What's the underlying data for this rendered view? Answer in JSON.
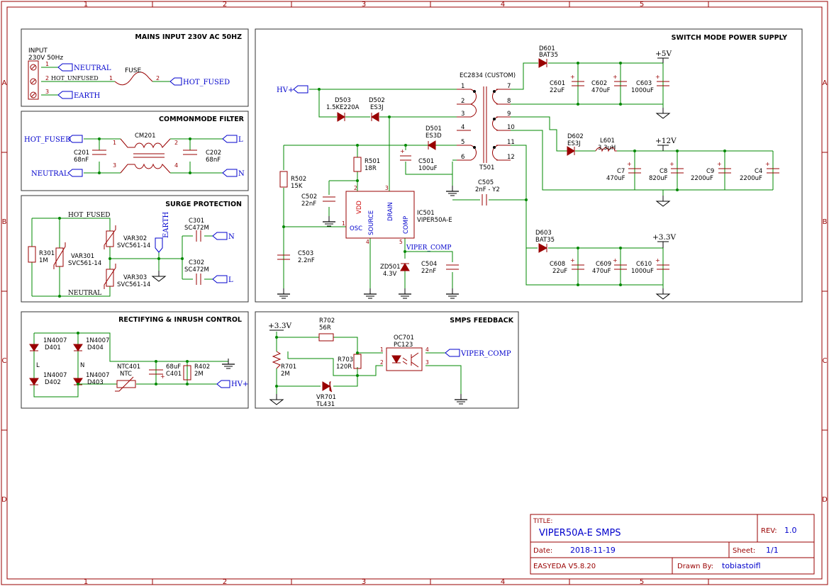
{
  "colors": {
    "frame": "#990000",
    "wire": "#008800",
    "net": "#0000cc",
    "part": "#990000",
    "pin": "#990000",
    "text": "#000000",
    "ground": "#000000"
  },
  "columns": [
    "1",
    "2",
    "3",
    "4",
    "5"
  ],
  "rows": [
    "A",
    "B",
    "C",
    "D"
  ],
  "panels": {
    "mains": "MAINS INPUT 230V AC 50HZ",
    "cm": "COMMONMODE FILTER",
    "surge": "SURGE PROTECTION",
    "rect": "RECTIFYING & INRUSH CONTROL",
    "smps": "SWITCH MODE POWER SUPPLY",
    "fb": "SMPS FEEDBACK"
  },
  "mains": {
    "input1": "INPUT",
    "input2": "230V 50Hz",
    "neutral": "NEUTRAL",
    "hot_unfused": "HOT_UNFUSED",
    "earth": "EARTH",
    "fuse": "FUSE",
    "hot_fused": "HOT_FUSED",
    "p1": "1",
    "p2": "2",
    "p3": "3",
    "fp1": "1",
    "fp2": "2"
  },
  "cm": {
    "hot_fused": "HOT_FUSED",
    "neutral": "NEUTRAL",
    "cm201": "CM201",
    "c201a": "C201",
    "c201b": "68nF",
    "c202a": "C202",
    "c202b": "68nF",
    "l": "L",
    "n": "N",
    "p1": "1",
    "p2": "2",
    "p3": "3",
    "p4": "4"
  },
  "surge": {
    "hot_fused": "HOT_FUSED",
    "neutral": "NEUTRAL",
    "r301a": "R301",
    "r301b": "1M",
    "var301a": "VAR301",
    "var301b": "SVC561-14",
    "var302a": "VAR302",
    "var302b": "SVC561-14",
    "var303a": "VAR303",
    "var303b": "SVC561-14",
    "earth": "EARTH",
    "c301a": "C301",
    "c301b": "SC472M",
    "c302a": "C302",
    "c302b": "SC472M",
    "n": "N",
    "l": "L"
  },
  "rect": {
    "d401a": "1N4007",
    "d401b": "D401",
    "d402a": "1N4007",
    "d402b": "D402",
    "d403a": "1N4007",
    "d403b": "D403",
    "d404a": "1N4007",
    "d404b": "D404",
    "l": "L",
    "n": "N",
    "ntca": "NTC401",
    "ntcb": "NTC",
    "c401a": "68uF",
    "c401b": "C401",
    "r402a": "R402",
    "r402b": "2M",
    "hv": "HV+"
  },
  "smps": {
    "hv": "HV+",
    "d503a": "D503",
    "d503b": "1.5KE220A",
    "d502a": "D502",
    "d502b": "ES3J",
    "d501a": "D501",
    "d501b": "ES3D",
    "r501a": "R501",
    "r501b": "18R",
    "r502a": "R502",
    "r502b": "15K",
    "c501a": "C501",
    "c501b": "100uF",
    "c502a": "C502",
    "c502b": "22nF",
    "c503a": "C503",
    "c503b": "2.2nF",
    "c504a": "C504",
    "c504b": "22nF",
    "c505a": "C505",
    "c505b": "2nF - Y2",
    "zd501a": "ZD501",
    "zd501b": "4.3V",
    "ic501a": "IC501",
    "ic501b": "VIPER50A-E",
    "vdd": "VDD",
    "source": "SOURCE",
    "drain": "DRAIN",
    "comp": "COMP",
    "osc": "OSC",
    "viper_comp": "VIPER_COMP",
    "icp1": "1",
    "icp2": "2",
    "icp3": "3",
    "icp4": "4",
    "icp5": "5",
    "t501": "T501",
    "ec": "EC2834 (CUSTOM)",
    "tp1": "1",
    "tp2": "2",
    "tp3": "3",
    "tp4": "4",
    "tp5": "5",
    "tp6": "6",
    "tp7": "7",
    "tp8": "8",
    "tp9": "9",
    "tp10": "10",
    "tp11": "11",
    "tp12": "12",
    "d601a": "D601",
    "d601b": "BAT35",
    "c601a": "C601",
    "c601b": "22uF",
    "c602a": "C602",
    "c602b": "470uF",
    "c603a": "C603",
    "c603b": "1000uF",
    "v5": "+5V",
    "d602a": "D602",
    "d602b": "ES3J",
    "l601a": "L601",
    "l601b": "3.3uH",
    "v12": "+12V",
    "c7a": "C7",
    "c7b": "470uF",
    "c8a": "C8",
    "c8b": "820uF",
    "c9a": "C9",
    "c9b": "2200uF",
    "c4a": "C4",
    "c4b": "2200uF",
    "d603a": "D603",
    "d603b": "BAT35",
    "v33": "+3.3V",
    "c608a": "C608",
    "c608b": "22uF",
    "c609a": "C609",
    "c609b": "470uF",
    "c610a": "C610",
    "c610b": "1000uF"
  },
  "fb": {
    "v33": "+3.3V",
    "r701a": "R701",
    "r701b": "2M",
    "r702a": "R702",
    "r702b": "56R",
    "r703a": "R703",
    "r703b": "120R",
    "vr701a": "VR701",
    "vr701b": "TL431",
    "oc701a": "OC701",
    "oc701b": "PC123",
    "viper_comp": "VIPER_COMP",
    "p1": "1",
    "p2": "2",
    "p3": "3",
    "p4": "4"
  },
  "title_block": {
    "title_label": "TITLE:",
    "title": "VIPER50A-E SMPS",
    "rev_label": "REV:",
    "rev": "1.0",
    "date_label": "Date:",
    "date": "2018-11-19",
    "sheet_label": "Sheet:",
    "sheet": "1/1",
    "tool": "EASYEDA V5.8.20",
    "drawn_label": "Drawn By:",
    "drawn": "tobiastoifl"
  }
}
